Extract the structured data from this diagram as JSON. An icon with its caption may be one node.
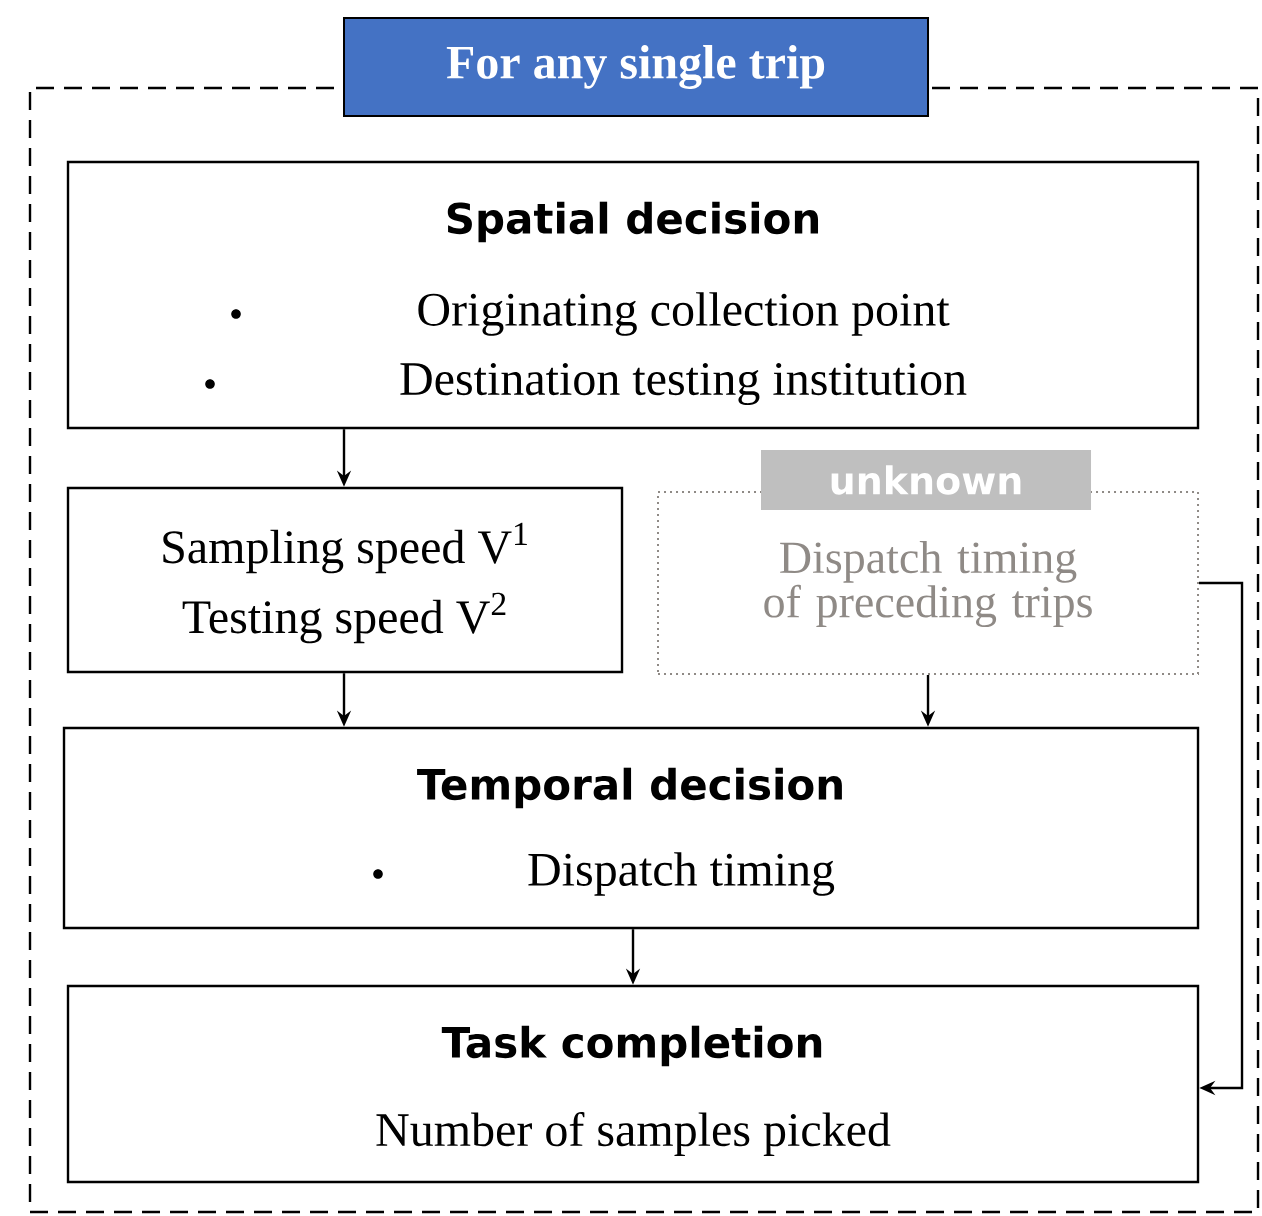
{
  "diagram": {
    "nodes": [
      {
        "text": [
          "For any single trip"
        ]
      },
      {
        "text": [
          "Spatial decision",
          "Originating collection point",
          "Destination testing institution"
        ],
        "in": 0
      },
      {
        "text": [
          "Sampling speed V$^{1}$",
          "Testing speed V$^{2}$"
        ],
        "in": 0
      },
      {
        "text": [
          "unknown",
          "Dispatch timing of preceding trips"
        ],
        "in": 0
      },
      {
        "text": [
          "Temporal decision",
          "Dispatch timing"
        ],
        "in": 0
      },
      {
        "text": [
          "Task completion",
          "Number of samples picked"
        ],
        "in": 0
      }
    ],
    "edges": [
      {
        "from": 1,
        "to": 2,
        "arrow": "to"
      },
      {
        "from": 2,
        "to": 4,
        "arrow": "to"
      },
      {
        "from": 3,
        "to": 4,
        "arrow": "to"
      },
      {
        "from": 4,
        "to": 5,
        "arrow": "to"
      },
      {
        "from": 3,
        "to": 5,
        "arrow": "to"
      }
    ]
  }
}
